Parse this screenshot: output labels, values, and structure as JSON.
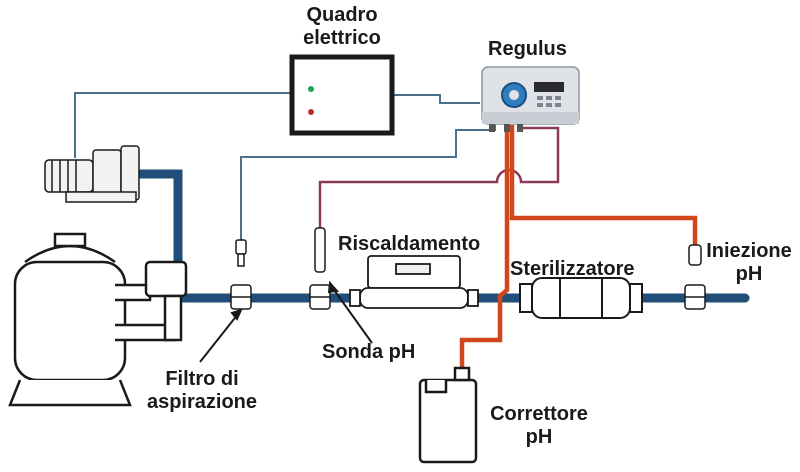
{
  "labels": {
    "quadro": [
      "Quadro",
      "elettrico"
    ],
    "regulus": "Regulus",
    "riscaldamento": "Riscaldamento",
    "sterilizzatore": "Sterilizzatore",
    "iniezione": [
      "Iniezione",
      "pH"
    ],
    "sonda": "Sonda pH",
    "filtro": [
      "Filtro di",
      "aspirazione"
    ],
    "correttore": [
      "Correttore",
      "pH"
    ]
  },
  "colors": {
    "water_pipe": "#1f4e79",
    "control_wire": "#4a6f8a",
    "probe_wire": "#8b3a5a",
    "dosing_tube": "#d2461c",
    "outline": "#1a1a1a"
  },
  "icons": [
    "pump-icon",
    "sand-filter-icon",
    "control-box-icon",
    "regulus-controller-icon",
    "heater-icon",
    "uv-sterilizer-icon",
    "ph-probe-icon",
    "suction-filter-icon",
    "injection-valve-icon",
    "chemical-canister-icon"
  ]
}
